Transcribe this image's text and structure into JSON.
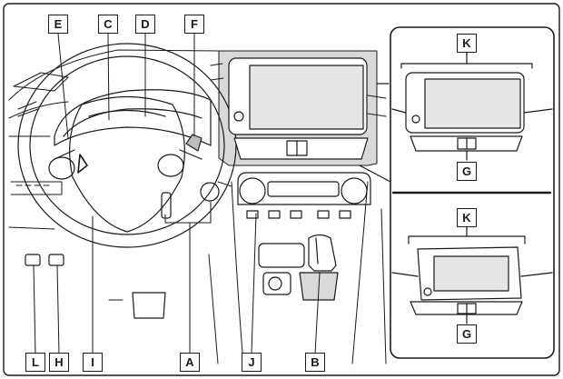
{
  "labels": {
    "a": "A",
    "b": "B",
    "c": "C",
    "d": "D",
    "e": "E",
    "f": "F",
    "g": "G",
    "h": "H",
    "i": "I",
    "j": "J",
    "k": "K",
    "l": "L"
  },
  "colors": {
    "line": "#1a1a1a",
    "highlight_fill": "#d9d9d9",
    "screen_fill": "#e6e6e6",
    "background": "#ffffff"
  }
}
